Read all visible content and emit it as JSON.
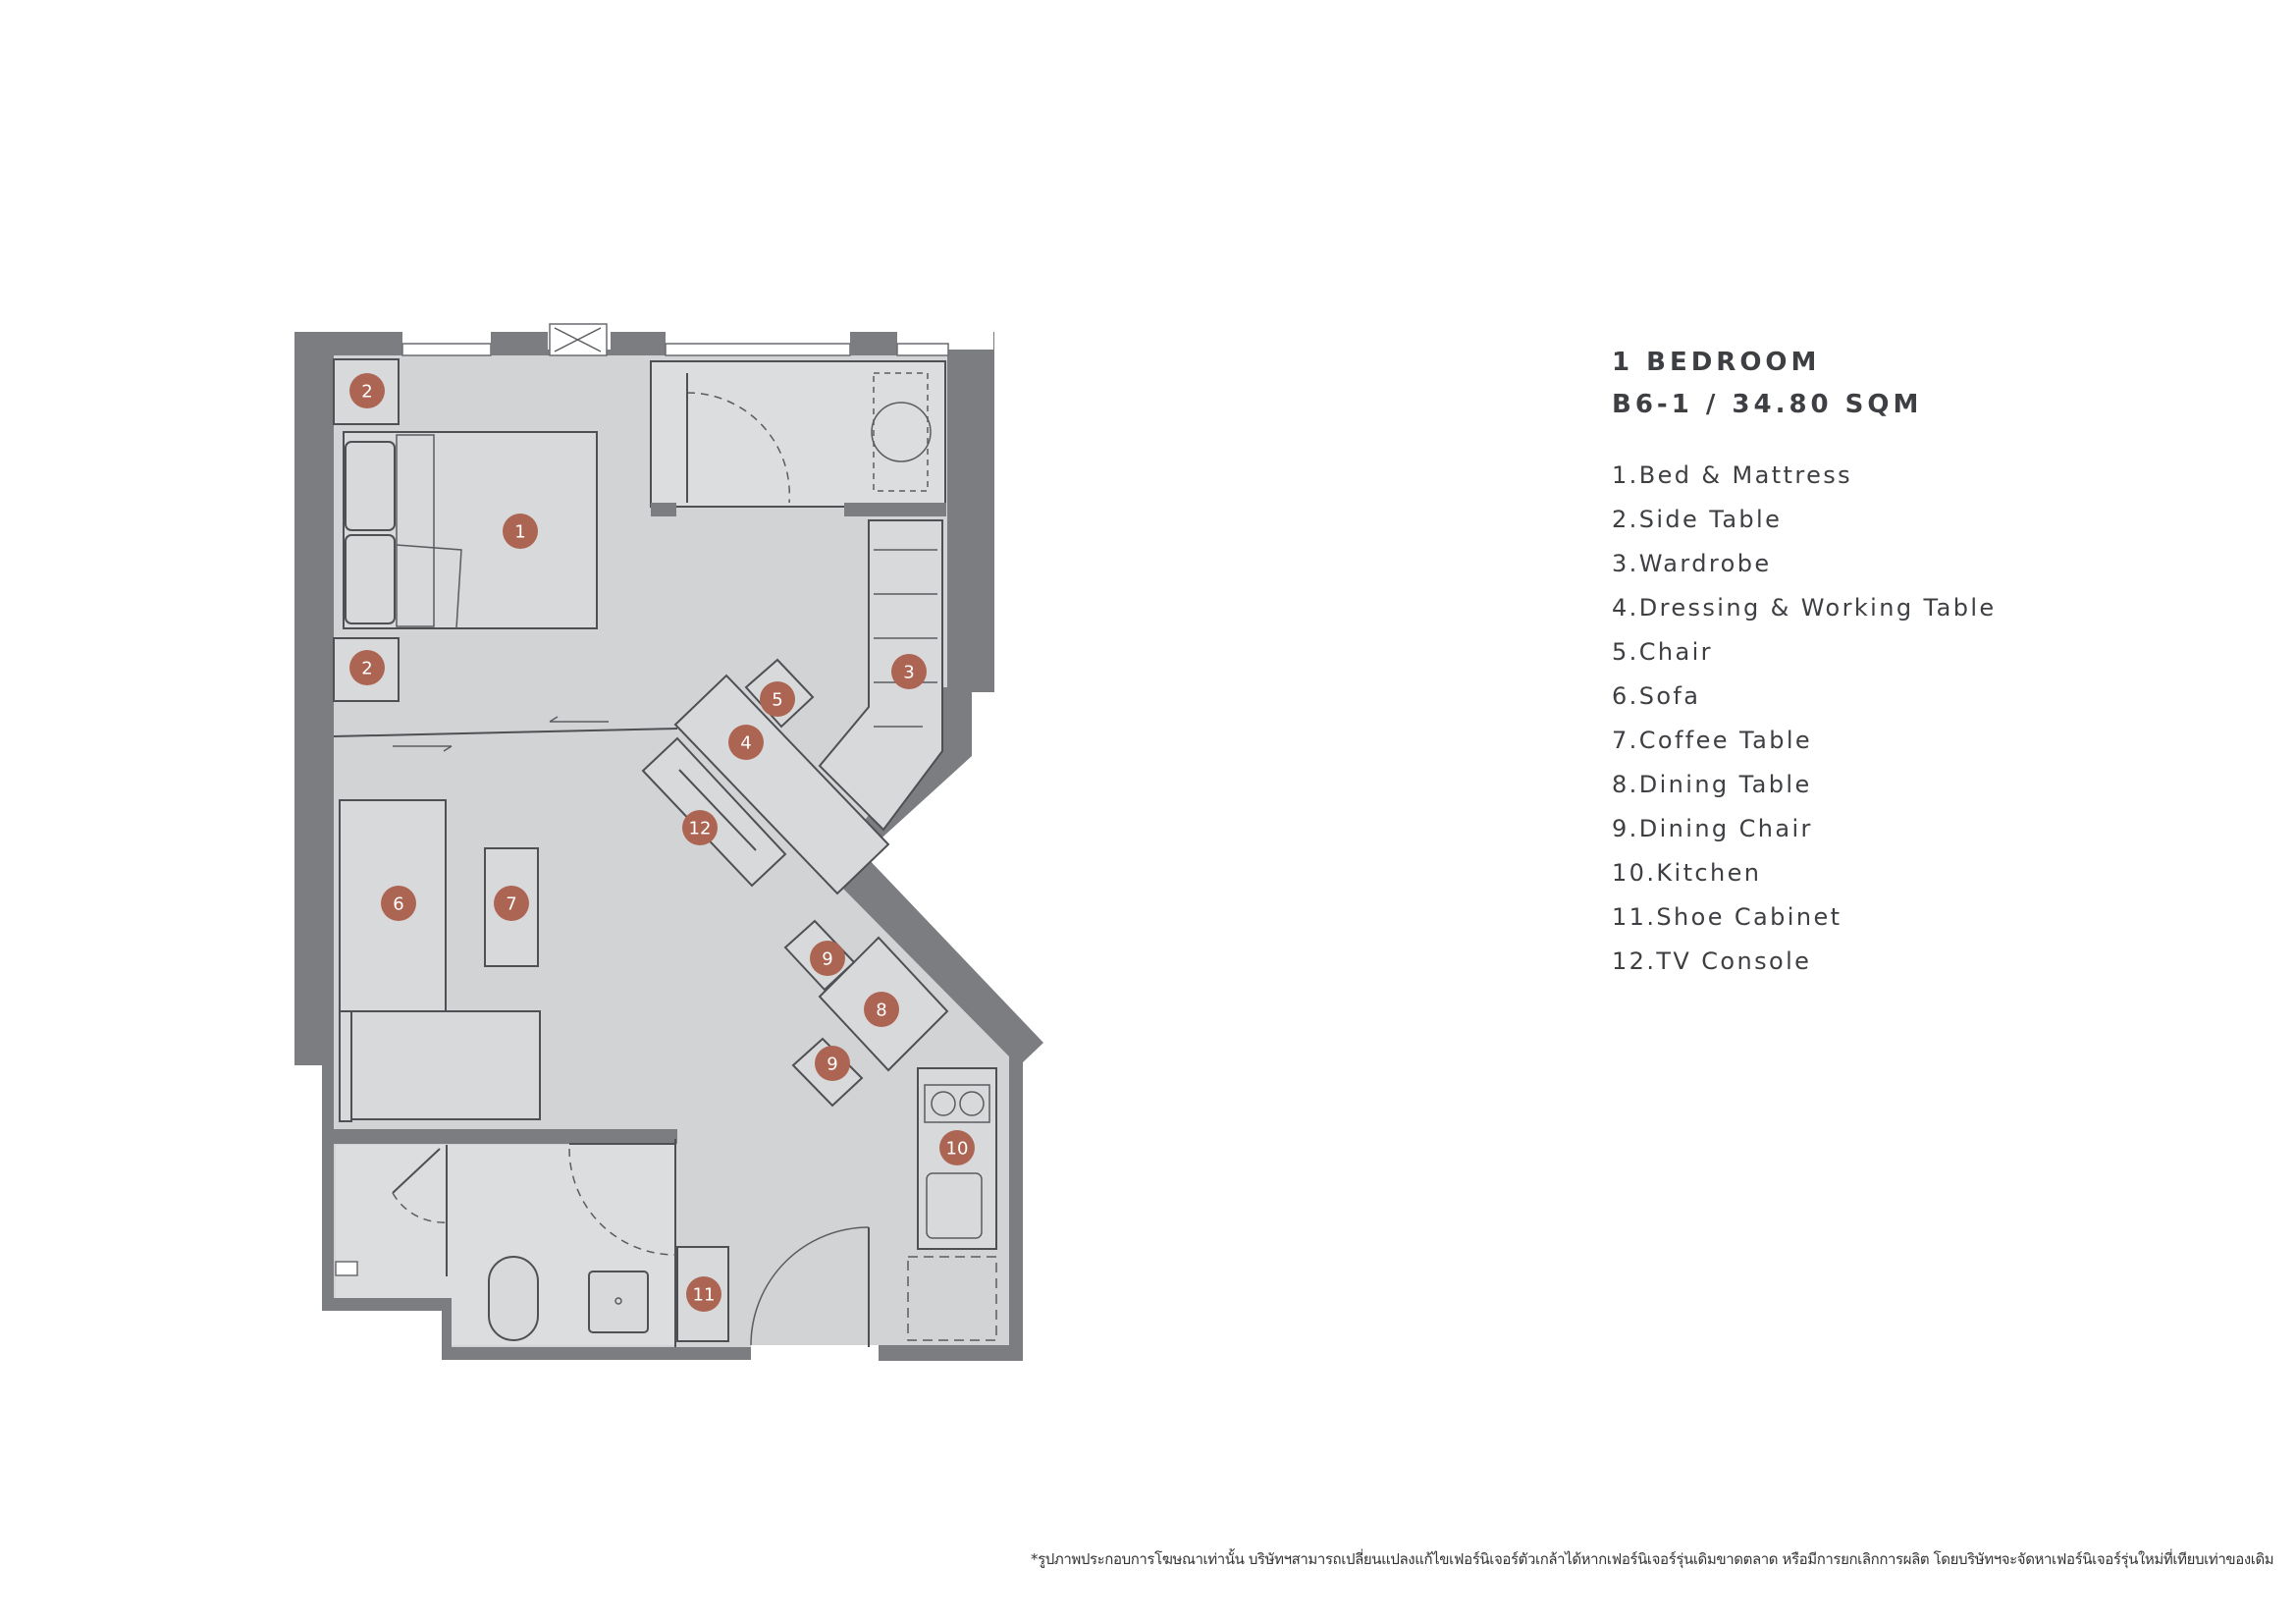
{
  "unit": {
    "title": "1 BEDROOM",
    "subtitle": "B6-1 / 34.80 SQM"
  },
  "legend": [
    "1.Bed & Mattress",
    "2.Side Table",
    "3.Wardrobe",
    "4.Dressing & Working Table",
    "5.Chair",
    "6.Sofa",
    "7.Coffee Table",
    "8.Dining Table",
    "9.Dining Chair",
    "10.Kitchen",
    "11.Shoe Cabinet",
    "12.TV Console"
  ],
  "markers": [
    "2",
    "1",
    "2",
    "5",
    "3",
    "4",
    "12",
    "6",
    "7",
    "9",
    "8",
    "9",
    "10",
    "11"
  ],
  "colors": {
    "marker": "#ad6553",
    "wall": "#7b7d80",
    "floor": "#d2d3d5"
  },
  "disclaimer": "*รูปภาพประกอบการโฆษณาเท่านั้น บริษัทฯสามารถเปลี่ยนแปลงแก้ไขเฟอร์นิเจอร์ตัวเกล้าได้หากเฟอร์นิเจอร์รุ่นเดิมขาดตลาด หรือมีการยกเลิกการผลิต โดยบริษัทฯจะจัดหาเฟอร์นิเจอร์รุ่นใหม่ที่เทียบเท่าของเดิม"
}
